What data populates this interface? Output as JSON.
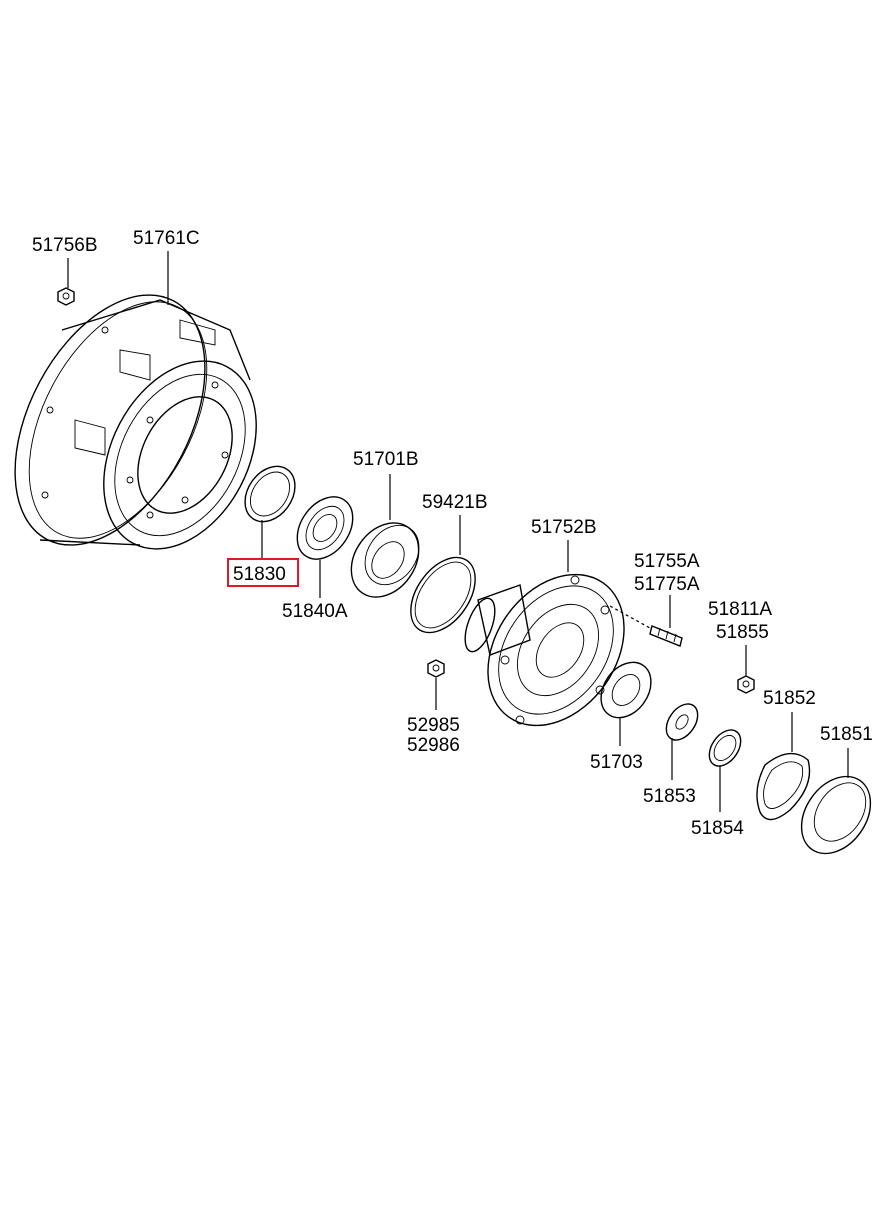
{
  "labels": {
    "l_51756B": "51756B",
    "l_51761C": "51761C",
    "l_51830": "51830",
    "l_51840A": "51840A",
    "l_51701B": "51701B",
    "l_59421B": "59421B",
    "l_52985": "52985",
    "l_52986": "52986",
    "l_51752B": "51752B",
    "l_51755A": "51755A",
    "l_51775A": "51775A",
    "l_51811A": "51811A",
    "l_51855": "51855",
    "l_51852": "51852",
    "l_51851": "51851",
    "l_51703": "51703",
    "l_51853": "51853",
    "l_51854": "51854"
  },
  "highlight": {
    "part": "51830",
    "color": "#e0191e"
  }
}
